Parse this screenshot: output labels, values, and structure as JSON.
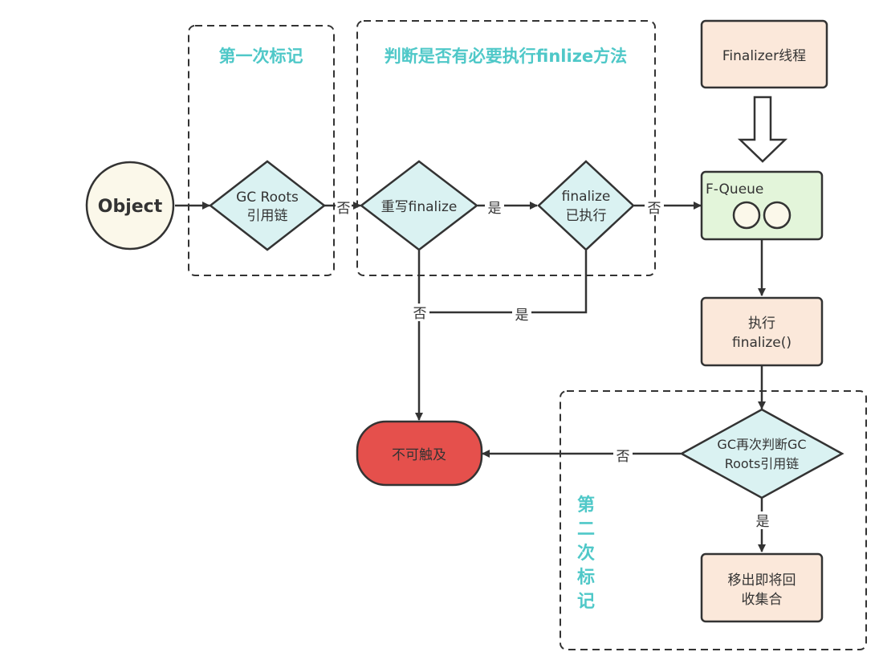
{
  "groups": {
    "first_mark": {
      "title": "第一次标记"
    },
    "check_finalize": {
      "title": "判断是否有必要执行finlize方法"
    },
    "second_mark": {
      "title_chars": [
        "第",
        "二",
        "次",
        "标",
        "记"
      ]
    }
  },
  "nodes": {
    "object": {
      "label": "Object"
    },
    "gc_roots": {
      "line1": "GC Roots",
      "line2": "引用链"
    },
    "override_finalize": {
      "label": "重写finalize"
    },
    "finalize_executed": {
      "line1": "finalize",
      "line2": "已执行"
    },
    "finalizer_thread": {
      "label": "Finalizer线程"
    },
    "f_queue": {
      "label": "F-Queue"
    },
    "execute_finalize": {
      "line1": "执行",
      "line2": "finalize()"
    },
    "gc_recheck": {
      "line1": "GC再次判断GC",
      "line2": "Roots引用链"
    },
    "unreachable": {
      "label": "不可触及"
    },
    "remove_from_set": {
      "line1": "移出即将回",
      "line2": "收集合"
    }
  },
  "edges": {
    "gc_roots_to_override": "否",
    "override_to_executed": "是",
    "executed_to_queue": "否",
    "override_to_unreachable": "否",
    "executed_to_unreachable": "是",
    "recheck_to_unreachable": "否",
    "recheck_to_remove": "是"
  },
  "colors": {
    "title": "#4fc8c8",
    "diamond_fill": "#daf2f2",
    "object_fill": "#fbf8ea",
    "box_fill": "#fbe8da",
    "queue_fill": "#e3f5da",
    "unreachable_fill": "#e5504c",
    "stroke": "#333333"
  }
}
